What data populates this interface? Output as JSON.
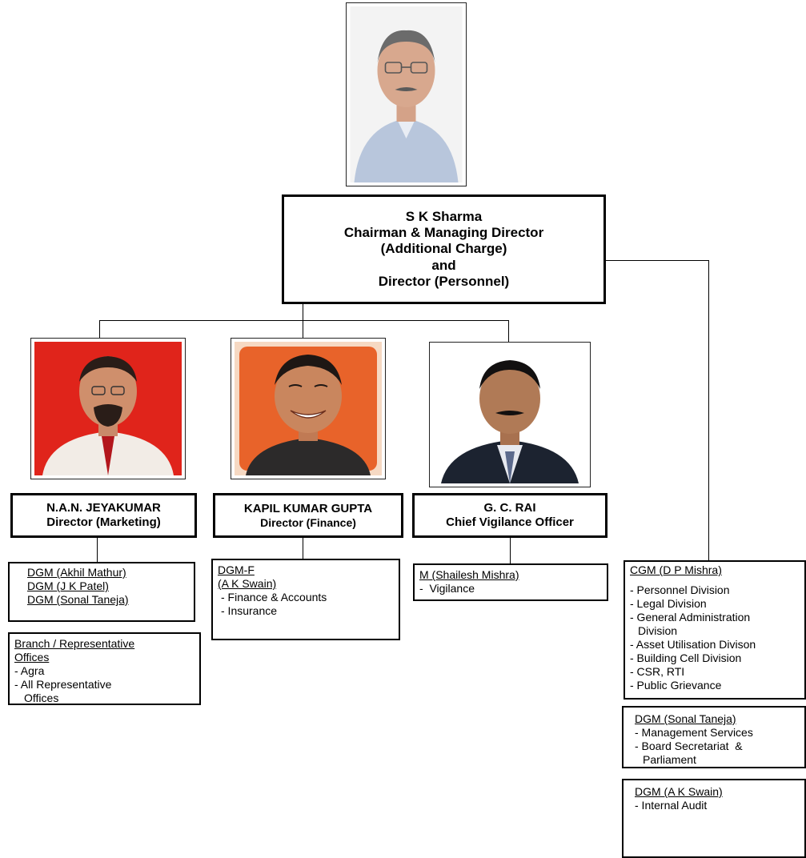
{
  "chairman": {
    "lines": [
      "S K Sharma",
      "Chairman & Managing Director",
      "(Additional Charge)",
      "and",
      "Director (Personnel)"
    ]
  },
  "directors": [
    {
      "name": "N.A.N. JEYAKUMAR",
      "role": "Director (Marketing)",
      "photo_bg": "#e0241b",
      "units": [
        {
          "heads": [
            "DGM (Akhil Mathur)",
            "DGM (J K Patel)",
            "DGM (Sonal Taneja)"
          ],
          "items": []
        },
        {
          "heads": [
            "Branch / Representative",
            "Offices"
          ],
          "items": [
            "- Agra",
            "- All Representative",
            "Offices"
          ]
        }
      ]
    },
    {
      "name": "KAPIL KUMAR GUPTA",
      "role": "Director (Finance)",
      "photo_bg": "#e8632a",
      "units": [
        {
          "heads": [
            "DGM-F",
            "(A K Swain)"
          ],
          "items": [
            "- Finance & Accounts",
            "- Insurance"
          ]
        }
      ]
    },
    {
      "name": "G. C. RAI",
      "role": "Chief Vigilance Officer",
      "photo_bg": "#ffffff",
      "units": [
        {
          "heads": [
            "M (Shailesh Mishra)"
          ],
          "items": [
            "-  Vigilance"
          ]
        }
      ]
    }
  ],
  "personnel_units": [
    {
      "heads": [
        "CGM (D P Mishra)"
      ],
      "items": [
        "- Personnel Division",
        "- Legal Division",
        "- General Administration",
        "Division",
        "- Asset Utilisation Divison",
        "- Building Cell Division",
        "- CSR, RTI",
        "- Public Grievance"
      ]
    },
    {
      "heads": [
        "DGM (Sonal Taneja)"
      ],
      "items": [
        "- Management Services",
        "- Board Secretariat  &",
        "Parliament"
      ]
    },
    {
      "heads": [
        "DGM (A K Swain)"
      ],
      "items": [
        "- Internal Audit"
      ]
    }
  ]
}
